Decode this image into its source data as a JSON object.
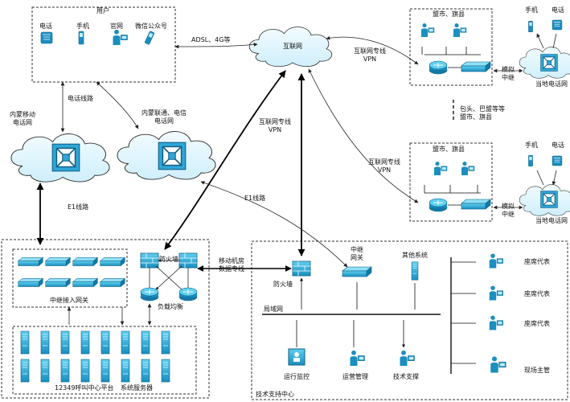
{
  "labels": {
    "users_title": "用户",
    "phone": "电话",
    "mobile": "手机",
    "official_site": "官网",
    "wechat": "微信公众号",
    "adsl": "ADSL、4G等",
    "internet": "互联网",
    "phone_line": "电话线路",
    "mongolia_mobile": "内蒙移动\n电话网",
    "mongolia_unicom": "内蒙联通、电信\n电话网",
    "internet_vpn_left": "互联网专线\nVPN",
    "internet_vpn_top": "互联网专线\nVPN",
    "internet_vpn_mid": "互联网专线\nVPN",
    "e1_left": "E1线路",
    "e1_right": "E1线路",
    "league_top": "盟市、旗县",
    "league_mid": "盟市、旗县",
    "analog_relay_top": "模拟\n中继",
    "analog_relay_mid": "模拟\n中继",
    "local_net_top": "当地电话网",
    "local_net_mid": "当地电话网",
    "phone_top": "电话",
    "mobile_top": "手机",
    "phone_mid": "电话",
    "mobile_mid": "手机",
    "baotou": "包头、巴盟等等\n盟市、旗县",
    "firewall_left": "防火墙",
    "load_balance": "负载均衡",
    "relay_gateway": "中继接入网关",
    "platform": "12349呼叫中心平台",
    "sys_server": "系统服务器",
    "mobile_room": "移动机房\n数据专线",
    "firewall_right": "防火墙",
    "relay_net": "中继\n网关",
    "other_sys": "其他系统",
    "lan": "局域网",
    "ops_monitor": "运行监控",
    "ops_manage": "运营管理",
    "tech_support": "技术支撑",
    "seat1": "座席代表",
    "seat2": "座席代表",
    "seat3": "座席代表",
    "supervisor": "现场主管",
    "tech_center": "技术支持中心"
  }
}
